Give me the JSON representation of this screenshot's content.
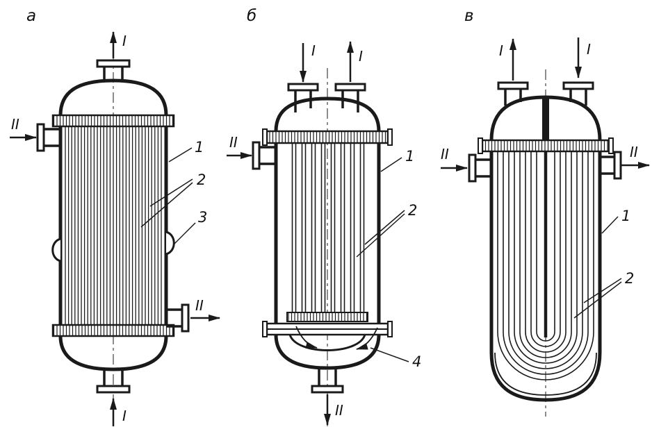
{
  "colors": {
    "ink": "#1a1a1a",
    "background": "#ffffff"
  },
  "panels": {
    "a": {
      "label": "а",
      "flow_top_out": "I",
      "flow_bottom_in": "I",
      "flow_side_in": "II",
      "flow_side_out": "II",
      "callouts": {
        "shell": "1",
        "tubes": "2",
        "compensator": "3"
      }
    },
    "b": {
      "label": "б",
      "flow_top_in": "I",
      "flow_top_out": "I",
      "flow_side_in": "II",
      "flow_bottom_out": "II",
      "callouts": {
        "shell": "1",
        "tubes": "2",
        "floating_head": "4"
      }
    },
    "v": {
      "label": "в",
      "flow_top_out": "I",
      "flow_top_in": "I",
      "flow_side_in": "II",
      "flow_side_out": "II",
      "callouts": {
        "shell": "1",
        "tubes": "2"
      }
    }
  }
}
